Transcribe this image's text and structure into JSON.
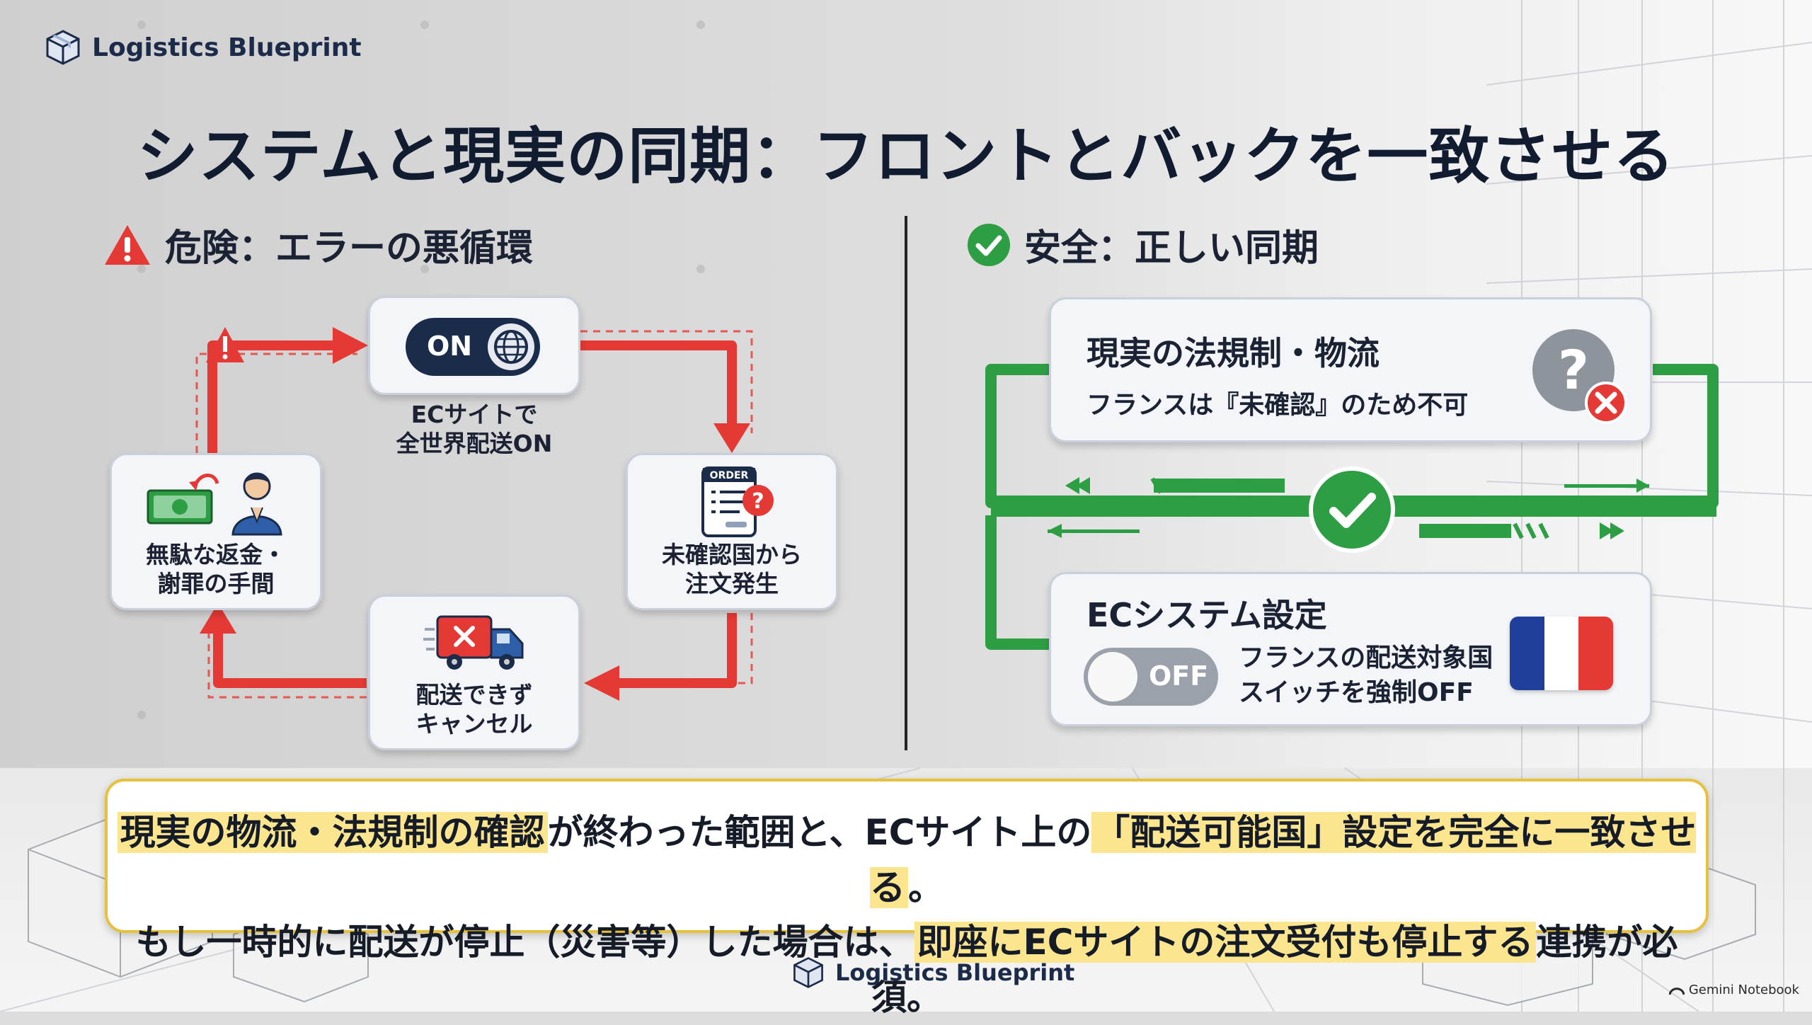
{
  "brand": {
    "name": "Logistics Blueprint"
  },
  "title": "システムと現実の同期：フロントとバックを一致させる",
  "danger": {
    "heading": "危険：エラーの悪循環",
    "cycle": [
      {
        "toggle": "ON",
        "label": "ECサイトで\n全世界配送ON"
      },
      {
        "badge": "ORDER",
        "label": "未確認国から\n注文発生"
      },
      {
        "label": "配送できず\nキャンセル"
      },
      {
        "label": "無駄な返金・\n謝罪の手間"
      }
    ],
    "colors": {
      "arrow": "#e53935",
      "warning": "#e53935"
    }
  },
  "safe": {
    "heading": "安全：正しい同期",
    "reality": {
      "title": "現実の法規制・物流",
      "text": "フランスは『未確認』のため不可"
    },
    "system": {
      "title": "ECシステム設定",
      "toggle": "OFF",
      "text": "フランスの配送対象国\nスイッチを強制OFF"
    },
    "colors": {
      "loop": "#2e9e44",
      "check": "#2e9e44"
    }
  },
  "summary": {
    "line1": [
      {
        "text": "現実の物流・法規制の確認",
        "highlight": true
      },
      {
        "text": "が終わった範囲と、ECサイト上の",
        "highlight": false
      },
      {
        "text": "「配送可能国」設定を完全に一致させる",
        "highlight": true
      },
      {
        "text": "。",
        "highlight": false
      }
    ],
    "line2": [
      {
        "text": "もし一時的に配送が停止（災害等）した場合は、",
        "highlight": false
      },
      {
        "text": "即座にECサイトの注文受付も停止する",
        "highlight": true
      },
      {
        "text": "連携が必須。",
        "highlight": false
      }
    ]
  },
  "credit": "Gemini Notebook"
}
